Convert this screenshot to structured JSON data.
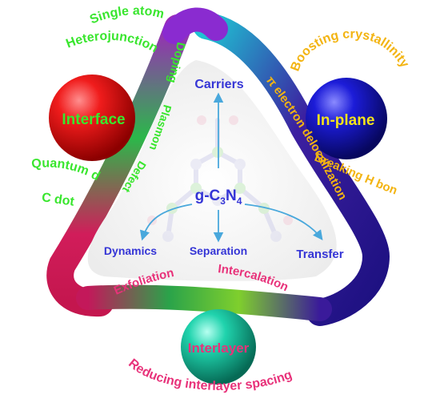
{
  "center": {
    "formula_prefix": "g-C",
    "formula_sub1": "3",
    "formula_mid": "N",
    "formula_sub2": "4"
  },
  "inner_labels": {
    "carriers": "Carriers",
    "dynamics": "Dynamics",
    "separation": "Separation",
    "transfer": "Transfer"
  },
  "spheres": {
    "interface": "Interface",
    "in_plane": "In-plane",
    "interlayer": "Interlayer"
  },
  "ring_labels": {
    "doping": "Doping",
    "plasmon": "Plasmon",
    "defect": "Defect",
    "pi_delocalization": "π electron delocalization",
    "breaking_h_bonds": "Breaking H bonds",
    "exfoliation": "Exfoliation",
    "intercalation": "Intercalation"
  },
  "outer_labels": {
    "single_atom": "Single atom",
    "heterojunction": "Heterojunction",
    "quantum_dot": "Quantum dot",
    "c_dot": "C dot",
    "boosting_crystallinity": "Boosting crystallinity",
    "reducing_interlayer_spacing": "Reducing interlayer spacing"
  },
  "colors": {
    "interface_sphere": "#e11414",
    "in_plane_sphere": "#1a1ad0",
    "interlayer_sphere": "#1bc9a4",
    "green_text": "#39e62e",
    "yellow_text": "#f3b412",
    "pink_text": "#e8327a",
    "blue_text": "#3535d6",
    "arrow": "#49a8dc"
  }
}
